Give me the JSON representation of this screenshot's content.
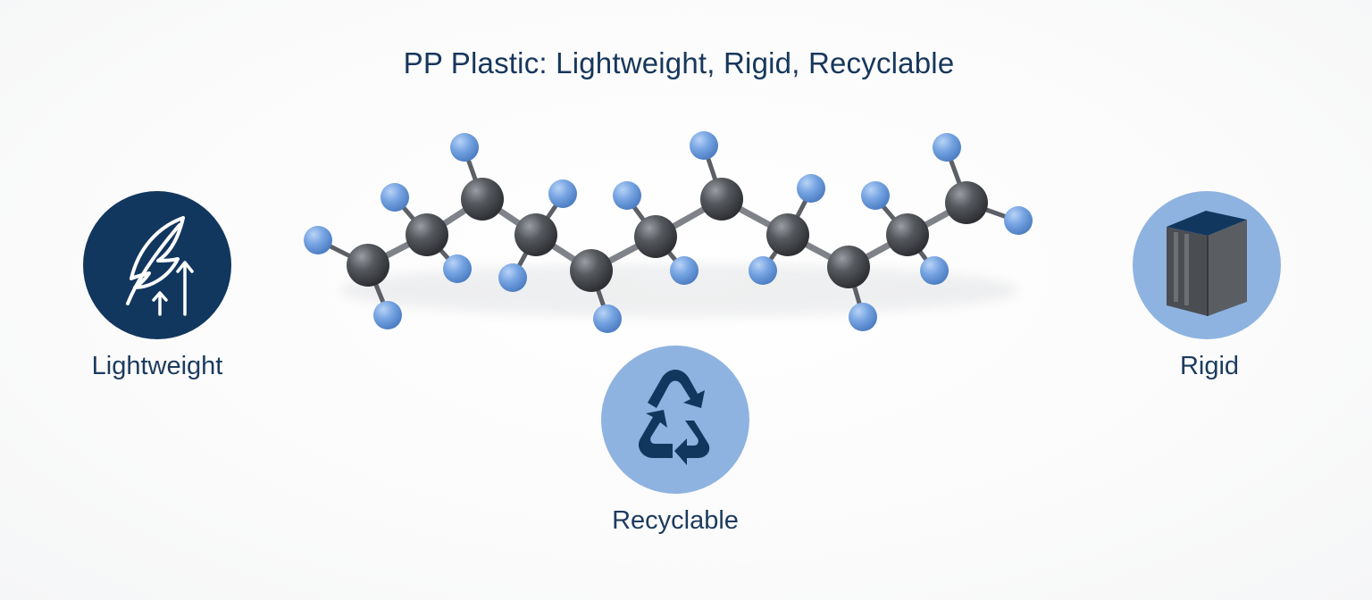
{
  "title": "PP Plastic: Lightweight, Rigid, Recyclable",
  "features": {
    "lightweight": {
      "label": "Lightweight",
      "icon": "feather-up-arrows-icon",
      "badge_color": "#12375f"
    },
    "recyclable": {
      "label": "Recyclable",
      "icon": "recycle-icon",
      "badge_color": "#8fb3e0"
    },
    "rigid": {
      "label": "Rigid",
      "icon": "rigid-block-icon",
      "badge_color": "#8fb3e0"
    }
  },
  "colors": {
    "carbon": "#4a4d52",
    "hydrogen": "#6f9fe0",
    "title": "#17375c"
  }
}
